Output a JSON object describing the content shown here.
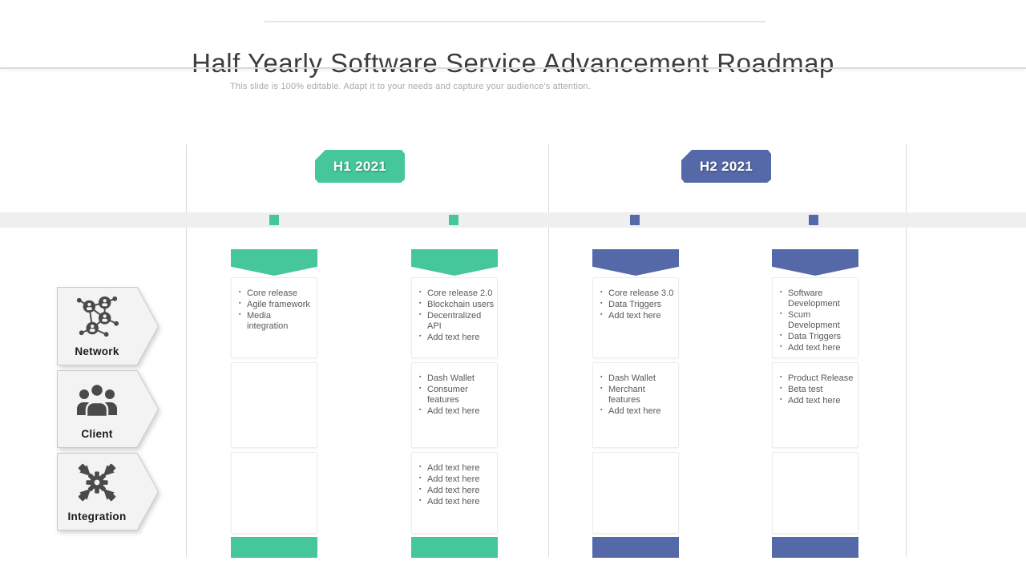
{
  "header": {
    "title": "Half Yearly Software Service Advancement Roadmap",
    "subtitle": "This slide is 100% editable. Adapt it to your needs and capture your audience's attention."
  },
  "colors": {
    "green": "#45C69B",
    "blue": "#5569A8",
    "band": "#EFEFEF"
  },
  "sidebar": {
    "rows": [
      {
        "label": "Network",
        "icon": "network-nodes-icon"
      },
      {
        "label": "Client",
        "icon": "users-group-icon"
      },
      {
        "label": "Integration",
        "icon": "integration-gear-icon"
      }
    ]
  },
  "periods": [
    {
      "label": "H1 2021",
      "accent": "green",
      "columns": [
        {
          "rows": [
            {
              "items": [
                "Core release",
                "Agile framework",
                "Media integration"
              ]
            },
            {
              "items": []
            },
            {
              "items": []
            }
          ]
        },
        {
          "rows": [
            {
              "items": [
                "Core release 2.0",
                "Blockchain users",
                "Decentralized API",
                "Add text here"
              ]
            },
            {
              "items": [
                "Dash Wallet",
                "Consumer features",
                "Add text here"
              ]
            },
            {
              "items": [
                "Add text here",
                "Add text here",
                "Add text here",
                "Add text here"
              ]
            }
          ]
        }
      ]
    },
    {
      "label": "H2 2021",
      "accent": "blue",
      "columns": [
        {
          "rows": [
            {
              "items": [
                "Core release 3.0",
                "Data Triggers",
                "Add text here"
              ]
            },
            {
              "items": [
                "Dash Wallet",
                "Merchant features",
                "Add text here"
              ]
            },
            {
              "items": []
            }
          ]
        },
        {
          "rows": [
            {
              "items": [
                "Software Development",
                "Scum Development",
                "Data Triggers",
                "Add text here"
              ]
            },
            {
              "items": [
                "Product Release",
                "Beta test",
                "Add text here"
              ]
            },
            {
              "items": []
            }
          ]
        }
      ]
    }
  ]
}
